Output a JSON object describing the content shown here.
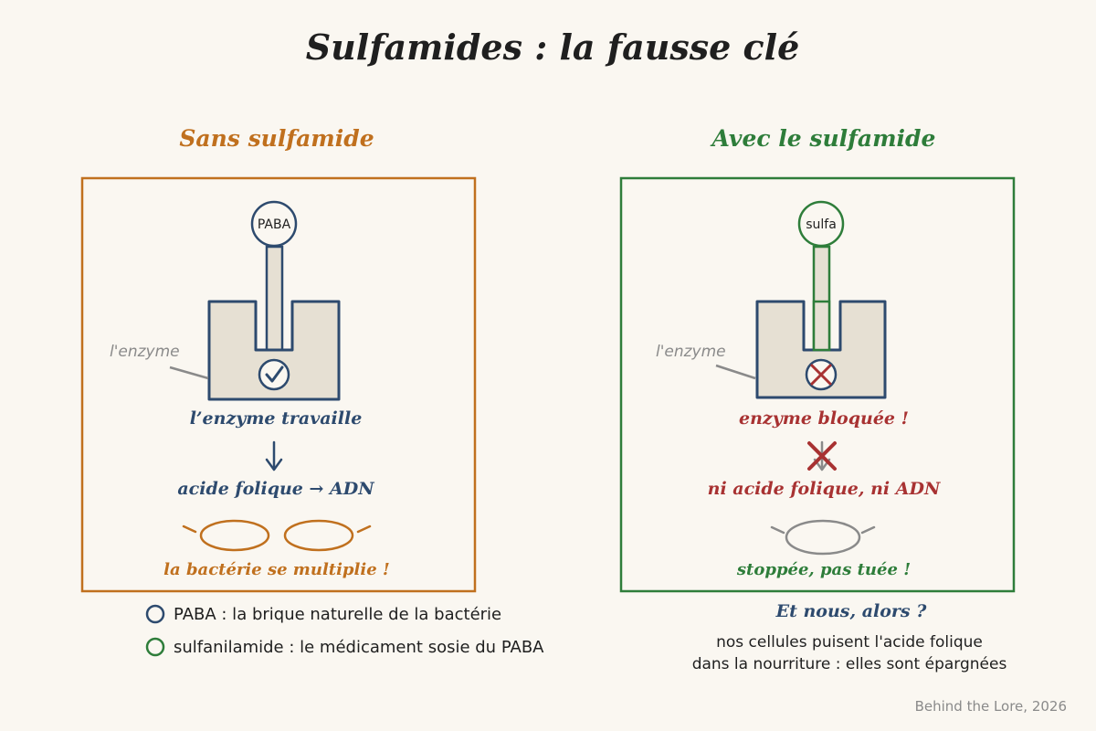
{
  "title": "Sulfamides : la fausse clé",
  "colors": {
    "background": "#faf7f1",
    "orange": "#c0701e",
    "green": "#2e7d3a",
    "navy": "#2d4a6e",
    "red": "#a83232",
    "gray": "#8a8a8a",
    "enzyme_fill": "#e6e0d3",
    "ink": "#1f1f1f"
  },
  "left_panel": {
    "heading": "Sans sulfamide",
    "key_label": "PABA",
    "enzyme_label": "l'enzyme",
    "status_icon": "check-icon",
    "status_text": "l’enzyme travaille",
    "result_text": "acide folique → ADN",
    "outcome_text": "la bactérie se multiplie !"
  },
  "right_panel": {
    "heading": "Avec le sulfamide",
    "key_label": "sulfa",
    "enzyme_label": "l'enzyme",
    "status_icon": "cross-icon",
    "status_text": "enzyme bloquée !",
    "result_text": "ni acide folique, ni ADN",
    "outcome_text": "stoppée, pas tuée !"
  },
  "legend": [
    {
      "label": "PABA : la brique naturelle de la bactérie",
      "color": "#2d4a6e"
    },
    {
      "label": "sulfanilamide : le médicament sosie du PABA",
      "color": "#2e7d3a"
    }
  ],
  "note": {
    "heading": "Et nous, alors ?",
    "line1": "nos cellules puisent l'acide folique",
    "line2": "dans la nourriture : elles sont épargnées"
  },
  "credit": "Behind the Lore, 2026"
}
